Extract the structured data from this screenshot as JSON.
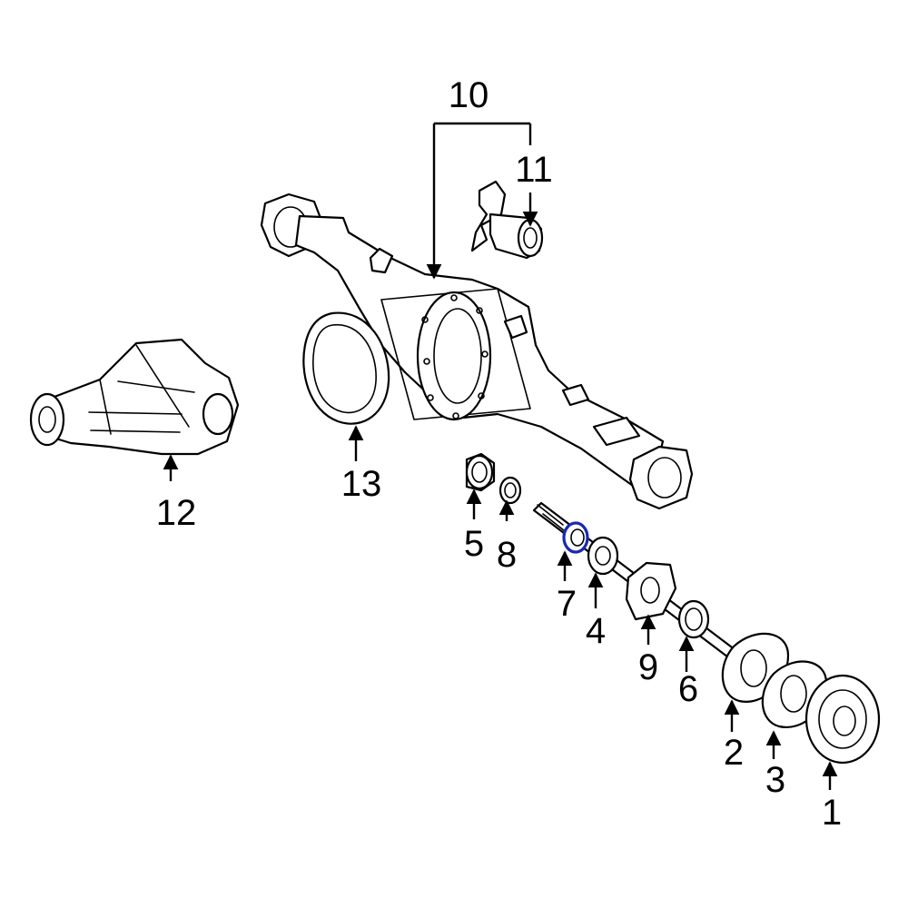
{
  "colors": {
    "line": "#000000",
    "background": "#ffffff",
    "highlight": "#1a28b4"
  },
  "highlighted_part": "7",
  "callouts": {
    "c1": "1",
    "c2": "2",
    "c3": "3",
    "c4": "4",
    "c5": "5",
    "c6": "6",
    "c7": "7",
    "c8": "8",
    "c9": "9",
    "c10": "10",
    "c11": "11",
    "c12": "12",
    "c13": "13"
  }
}
